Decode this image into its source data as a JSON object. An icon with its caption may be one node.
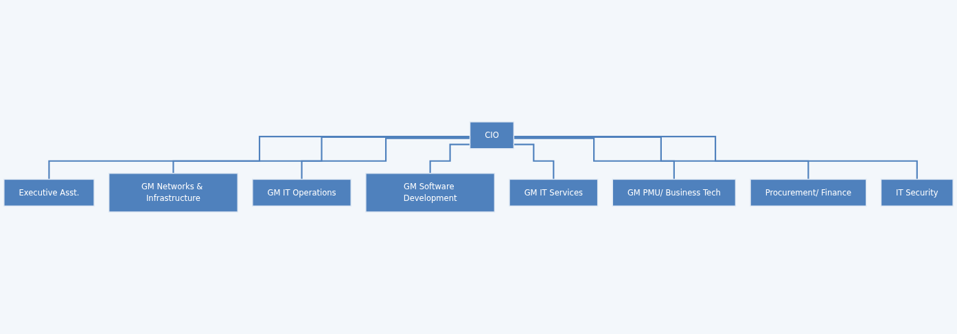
{
  "diagram": {
    "nodes": [
      {
        "text": [
          "CIO"
        ]
      },
      {
        "text": [
          "Executive Asst."
        ]
      },
      {
        "text": [
          "GM Networks & Infrastructure"
        ]
      },
      {
        "text": [
          "GM IT Operations"
        ]
      },
      {
        "text": [
          "GM Software Development"
        ]
      },
      {
        "text": [
          "GM IT Services"
        ]
      },
      {
        "text": [
          "GM PMU/ Business Tech"
        ]
      },
      {
        "text": [
          "Procurement/ Finance"
        ]
      },
      {
        "text": [
          "IT Security"
        ]
      }
    ],
    "edges": [
      {
        "from": 0,
        "to": 1,
        "arrow": "none"
      },
      {
        "from": 0,
        "to": 2,
        "arrow": "none"
      },
      {
        "from": 0,
        "to": 3,
        "arrow": "none"
      },
      {
        "from": 0,
        "to": 4,
        "arrow": "none"
      },
      {
        "from": 0,
        "to": 5,
        "arrow": "none"
      },
      {
        "from": 0,
        "to": 6,
        "arrow": "none"
      },
      {
        "from": 0,
        "to": 7,
        "arrow": "none"
      },
      {
        "from": 0,
        "to": 8,
        "arrow": "none"
      }
    ]
  }
}
